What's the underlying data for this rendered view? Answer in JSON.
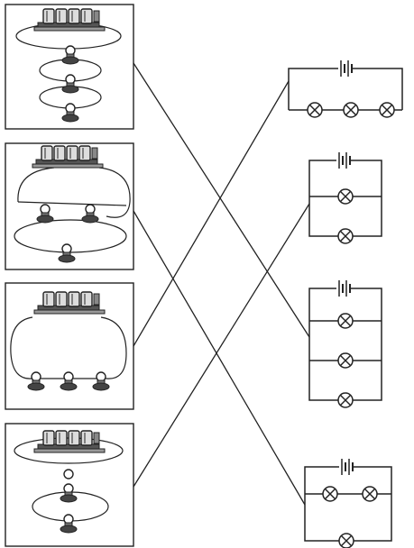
{
  "diagram": {
    "type": "circuit-matching",
    "left_panels": [
      {
        "id": "physical-1",
        "arrangement": "battery-with-3-bulbs-in-series-loops"
      },
      {
        "id": "physical-2",
        "arrangement": "battery-with-2-bulbs-top-and-1-bulb-bottom"
      },
      {
        "id": "physical-3",
        "arrangement": "battery-with-3-bulbs-in-parallel-row"
      },
      {
        "id": "physical-4",
        "arrangement": "battery-with-2-bulbs-stacked-series"
      }
    ],
    "right_schematics": [
      {
        "id": "schematic-1",
        "arrangement": "3-lamps-in-series"
      },
      {
        "id": "schematic-2",
        "arrangement": "2-lamps-in-parallel"
      },
      {
        "id": "schematic-3",
        "arrangement": "3-lamps-in-parallel"
      },
      {
        "id": "schematic-4",
        "arrangement": "2-lamps-series-parallel-with-1-lamp"
      }
    ],
    "connections": [
      {
        "from": 1,
        "to": 3
      },
      {
        "from": 2,
        "to": 4
      },
      {
        "from": 3,
        "to": 1
      },
      {
        "from": 4,
        "to": 2
      }
    ],
    "colors": {
      "ink": "#222222",
      "background": "#ffffff",
      "metal": "#666666"
    }
  }
}
